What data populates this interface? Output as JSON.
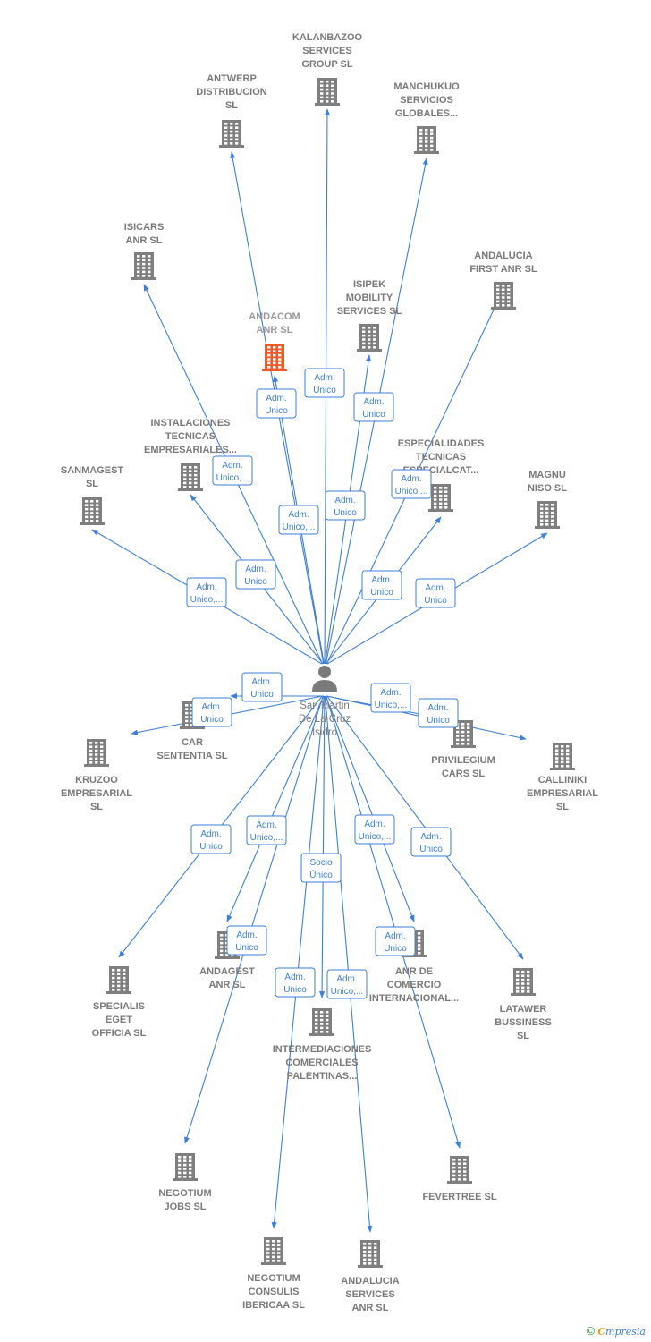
{
  "center": {
    "id": "person",
    "lines": [
      "San Martin",
      "De La Cruz",
      "Isidro"
    ]
  },
  "colors": {
    "edge": "#3e7fd8",
    "building": "#7f7f7f",
    "focus": "#f05a28"
  },
  "nodes": [
    {
      "id": "kalanbazoo",
      "lines": [
        "KALANBAZOO",
        "SERVICES",
        "GROUP  SL"
      ],
      "focus": false
    },
    {
      "id": "antwerp",
      "lines": [
        "ANTWERP",
        "DISTRIBUCION",
        "SL"
      ],
      "focus": false
    },
    {
      "id": "manchukuo",
      "lines": [
        "MANCHUKUO",
        "SERVICIOS",
        "GLOBALES..."
      ],
      "focus": false
    },
    {
      "id": "isicars",
      "lines": [
        "ISICARS",
        "ANR  SL"
      ],
      "focus": false
    },
    {
      "id": "andalucia-first",
      "lines": [
        "ANDALUCIA",
        "FIRST ANR  SL"
      ],
      "focus": false
    },
    {
      "id": "isipek",
      "lines": [
        "ISIPEK",
        "MOBILITY",
        "SERVICES  SL"
      ],
      "focus": false
    },
    {
      "id": "andacom",
      "lines": [
        "ANDACOM",
        "ANR  SL"
      ],
      "focus": true
    },
    {
      "id": "instalaciones",
      "lines": [
        "INSTALACIONES",
        "TECNICAS",
        "EMPRESARIALES..."
      ],
      "focus": false
    },
    {
      "id": "especialidades",
      "lines": [
        "ESPECIALIDADES",
        "TECNICAS",
        "ESPECIALCAT..."
      ],
      "focus": false
    },
    {
      "id": "sanmagest",
      "lines": [
        "SANMAGEST",
        "SL"
      ],
      "focus": false
    },
    {
      "id": "magnu",
      "lines": [
        "MAGNU",
        "NISO  SL"
      ],
      "focus": false
    },
    {
      "id": "car-sententia",
      "lines": [
        "CAR",
        "SENTENTIA  SL"
      ],
      "focus": false
    },
    {
      "id": "kruzoo",
      "lines": [
        "KRUZOO",
        "EMPRESARIAL",
        "SL"
      ],
      "focus": false
    },
    {
      "id": "privilegium",
      "lines": [
        "PRIVILEGIUM",
        "CARS  SL"
      ],
      "focus": false
    },
    {
      "id": "calliniki",
      "lines": [
        "CALLINIKI",
        "EMPRESARIAL",
        "SL"
      ],
      "focus": false
    },
    {
      "id": "andagest",
      "lines": [
        "ANDAGEST",
        "ANR  SL"
      ],
      "focus": false
    },
    {
      "id": "anr-comercio",
      "lines": [
        "ANR DE",
        "COMERCIO",
        "INTERNACIONAL..."
      ],
      "focus": false
    },
    {
      "id": "specialis",
      "lines": [
        "SPECIALIS",
        "EGET",
        "OFFICIA  SL"
      ],
      "focus": false
    },
    {
      "id": "latawer",
      "lines": [
        "LATAWER",
        "BUSSINESS",
        "SL"
      ],
      "focus": false
    },
    {
      "id": "intermediaciones",
      "lines": [
        "INTERMEDIACIONES",
        "COMERCIALES",
        "PALENTINAS..."
      ],
      "focus": false
    },
    {
      "id": "negotium-jobs",
      "lines": [
        "NEGOTIUM",
        "JOBS  SL"
      ],
      "focus": false
    },
    {
      "id": "fevertree",
      "lines": [
        "FEVERTREE SL"
      ],
      "focus": false
    },
    {
      "id": "negotium-consulis",
      "lines": [
        "NEGOTIUM",
        "CONSULIS",
        "IBERICAA  SL"
      ],
      "focus": false
    },
    {
      "id": "andalucia-services",
      "lines": [
        "ANDALUCIA",
        "SERVICES",
        "ANR  SL"
      ],
      "focus": false
    }
  ],
  "edges": [
    {
      "to": "kalanbazoo",
      "label": [
        "Adm.",
        "Unico"
      ]
    },
    {
      "to": "antwerp",
      "label": [
        "Adm.",
        "Unico,..."
      ]
    },
    {
      "to": "manchukuo",
      "label": [
        "Adm.",
        "Unico"
      ]
    },
    {
      "to": "isicars",
      "label": [
        "Adm.",
        "Unico"
      ]
    },
    {
      "to": "andalucia-first",
      "label": [
        "Adm.",
        "Unico,..."
      ]
    },
    {
      "to": "isipek",
      "label": [
        "Adm.",
        "Unico"
      ]
    },
    {
      "to": "andacom",
      "label": [
        "Adm.",
        "Unico"
      ]
    },
    {
      "to": "instalaciones",
      "label": [
        "Adm.",
        "Unico,..."
      ]
    },
    {
      "to": "especialidades",
      "label": [
        "Adm.",
        "Unico"
      ]
    },
    {
      "to": "sanmagest",
      "label": [
        "Adm.",
        "Unico,..."
      ]
    },
    {
      "to": "magnu",
      "label": [
        "Adm.",
        "Unico"
      ]
    },
    {
      "to": "car-sententia",
      "label": [
        "Adm.",
        "Unico"
      ]
    },
    {
      "to": "kruzoo",
      "label": [
        "Adm.",
        "Unico"
      ]
    },
    {
      "to": "privilegium",
      "label": [
        "Adm.",
        "Unico,..."
      ]
    },
    {
      "to": "calliniki",
      "label": [
        "Adm.",
        "Unico"
      ]
    },
    {
      "to": "andagest",
      "label": [
        "Adm.",
        "Unico,..."
      ]
    },
    {
      "to": "anr-comercio",
      "label": [
        "Adm.",
        "Unico,..."
      ]
    },
    {
      "to": "specialis",
      "label": [
        "Adm.",
        "Unico"
      ]
    },
    {
      "to": "latawer",
      "label": [
        "Adm.",
        "Unico"
      ]
    },
    {
      "to": "intermediaciones",
      "label": [
        "Socio",
        "Único"
      ]
    },
    {
      "to": "negotium-jobs",
      "label": [
        "Adm.",
        "Unico"
      ]
    },
    {
      "to": "fevertree",
      "label": [
        "Adm.",
        "Unico"
      ]
    },
    {
      "to": "negotium-consulis",
      "label": [
        "Adm.",
        "Unico"
      ]
    },
    {
      "to": "andalucia-services",
      "label": [
        "Adm.",
        "Unico,..."
      ]
    }
  ],
  "brand": {
    "copyright": "©",
    "first_letter": "C",
    "word": "mpresia"
  }
}
